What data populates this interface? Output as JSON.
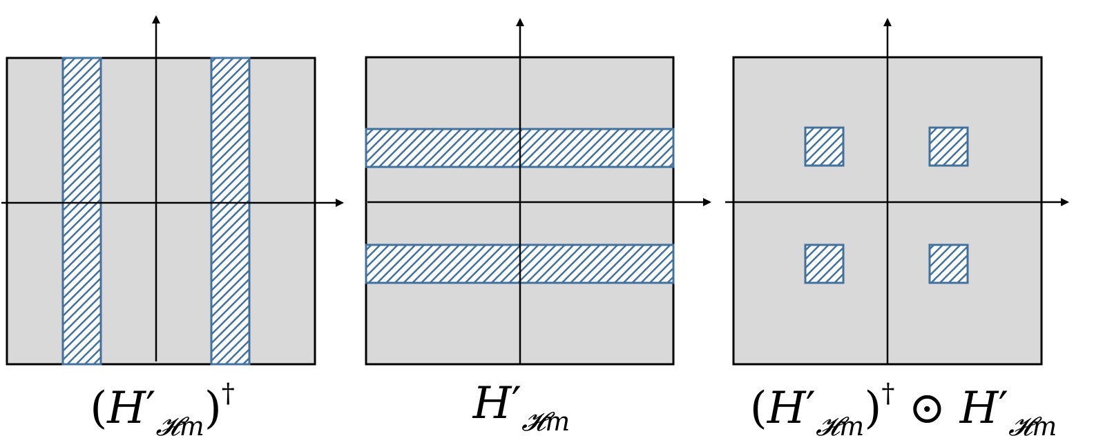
{
  "panels": [
    {
      "id": "conjugate-transpose",
      "caption": {
        "open": "(",
        "base": "H",
        "prime": "′",
        "subscript": "𝓗m",
        "close": ")",
        "superscript": "†"
      },
      "region_orientation": "vertical",
      "region_count": 2
    },
    {
      "id": "matrix",
      "caption": {
        "base": "H",
        "prime": "′",
        "subscript": "𝓗m"
      },
      "region_orientation": "horizontal",
      "region_count": 2
    },
    {
      "id": "hadamard-product",
      "caption": {
        "open": "(",
        "base": "H",
        "prime": "′",
        "subscript": "𝓗m",
        "close": ")",
        "superscript": "†",
        "operator": "⊙",
        "base2": "H",
        "prime2": "′",
        "subscript2": "𝓗m"
      },
      "region_orientation": "square",
      "region_count": 4
    }
  ],
  "colors": {
    "background": "#d9d9d9",
    "hatch_stroke": "#41719c",
    "hatch_fill": "#ffffff",
    "axis": "#000000"
  },
  "icons": {
    "axis_arrow": "arrow-head-icon"
  }
}
